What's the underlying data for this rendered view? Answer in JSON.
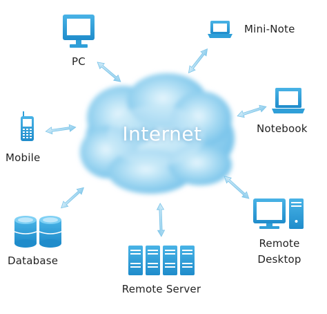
{
  "center": {
    "label": "Internet"
  },
  "nodes": {
    "pc": {
      "label": "PC"
    },
    "mini_note": {
      "label": "Mini-Note"
    },
    "notebook": {
      "label": "Notebook"
    },
    "mobile": {
      "label": "Mobile"
    },
    "database": {
      "label": "Database"
    },
    "remote_server": {
      "label": "Remote Server"
    },
    "remote_desktop": {
      "line1": "Remote",
      "line2": "Desktop"
    }
  },
  "colors": {
    "accent": "#2f9fd8",
    "cloud_light": "#d9f1fc",
    "cloud_mid": "#9fd6f1",
    "cloud_dark": "#6cbde8",
    "label_text": "#222222",
    "arrow_light": "#bfe3f5"
  },
  "icons": {
    "pc": "desktop-monitor-icon",
    "mini_note": "mini-laptop-icon",
    "notebook": "laptop-icon",
    "mobile": "mobile-phone-icon",
    "database": "database-cylinders-icon",
    "remote_server": "server-rack-icon",
    "remote_desktop": "monitor-with-tower-icon"
  }
}
